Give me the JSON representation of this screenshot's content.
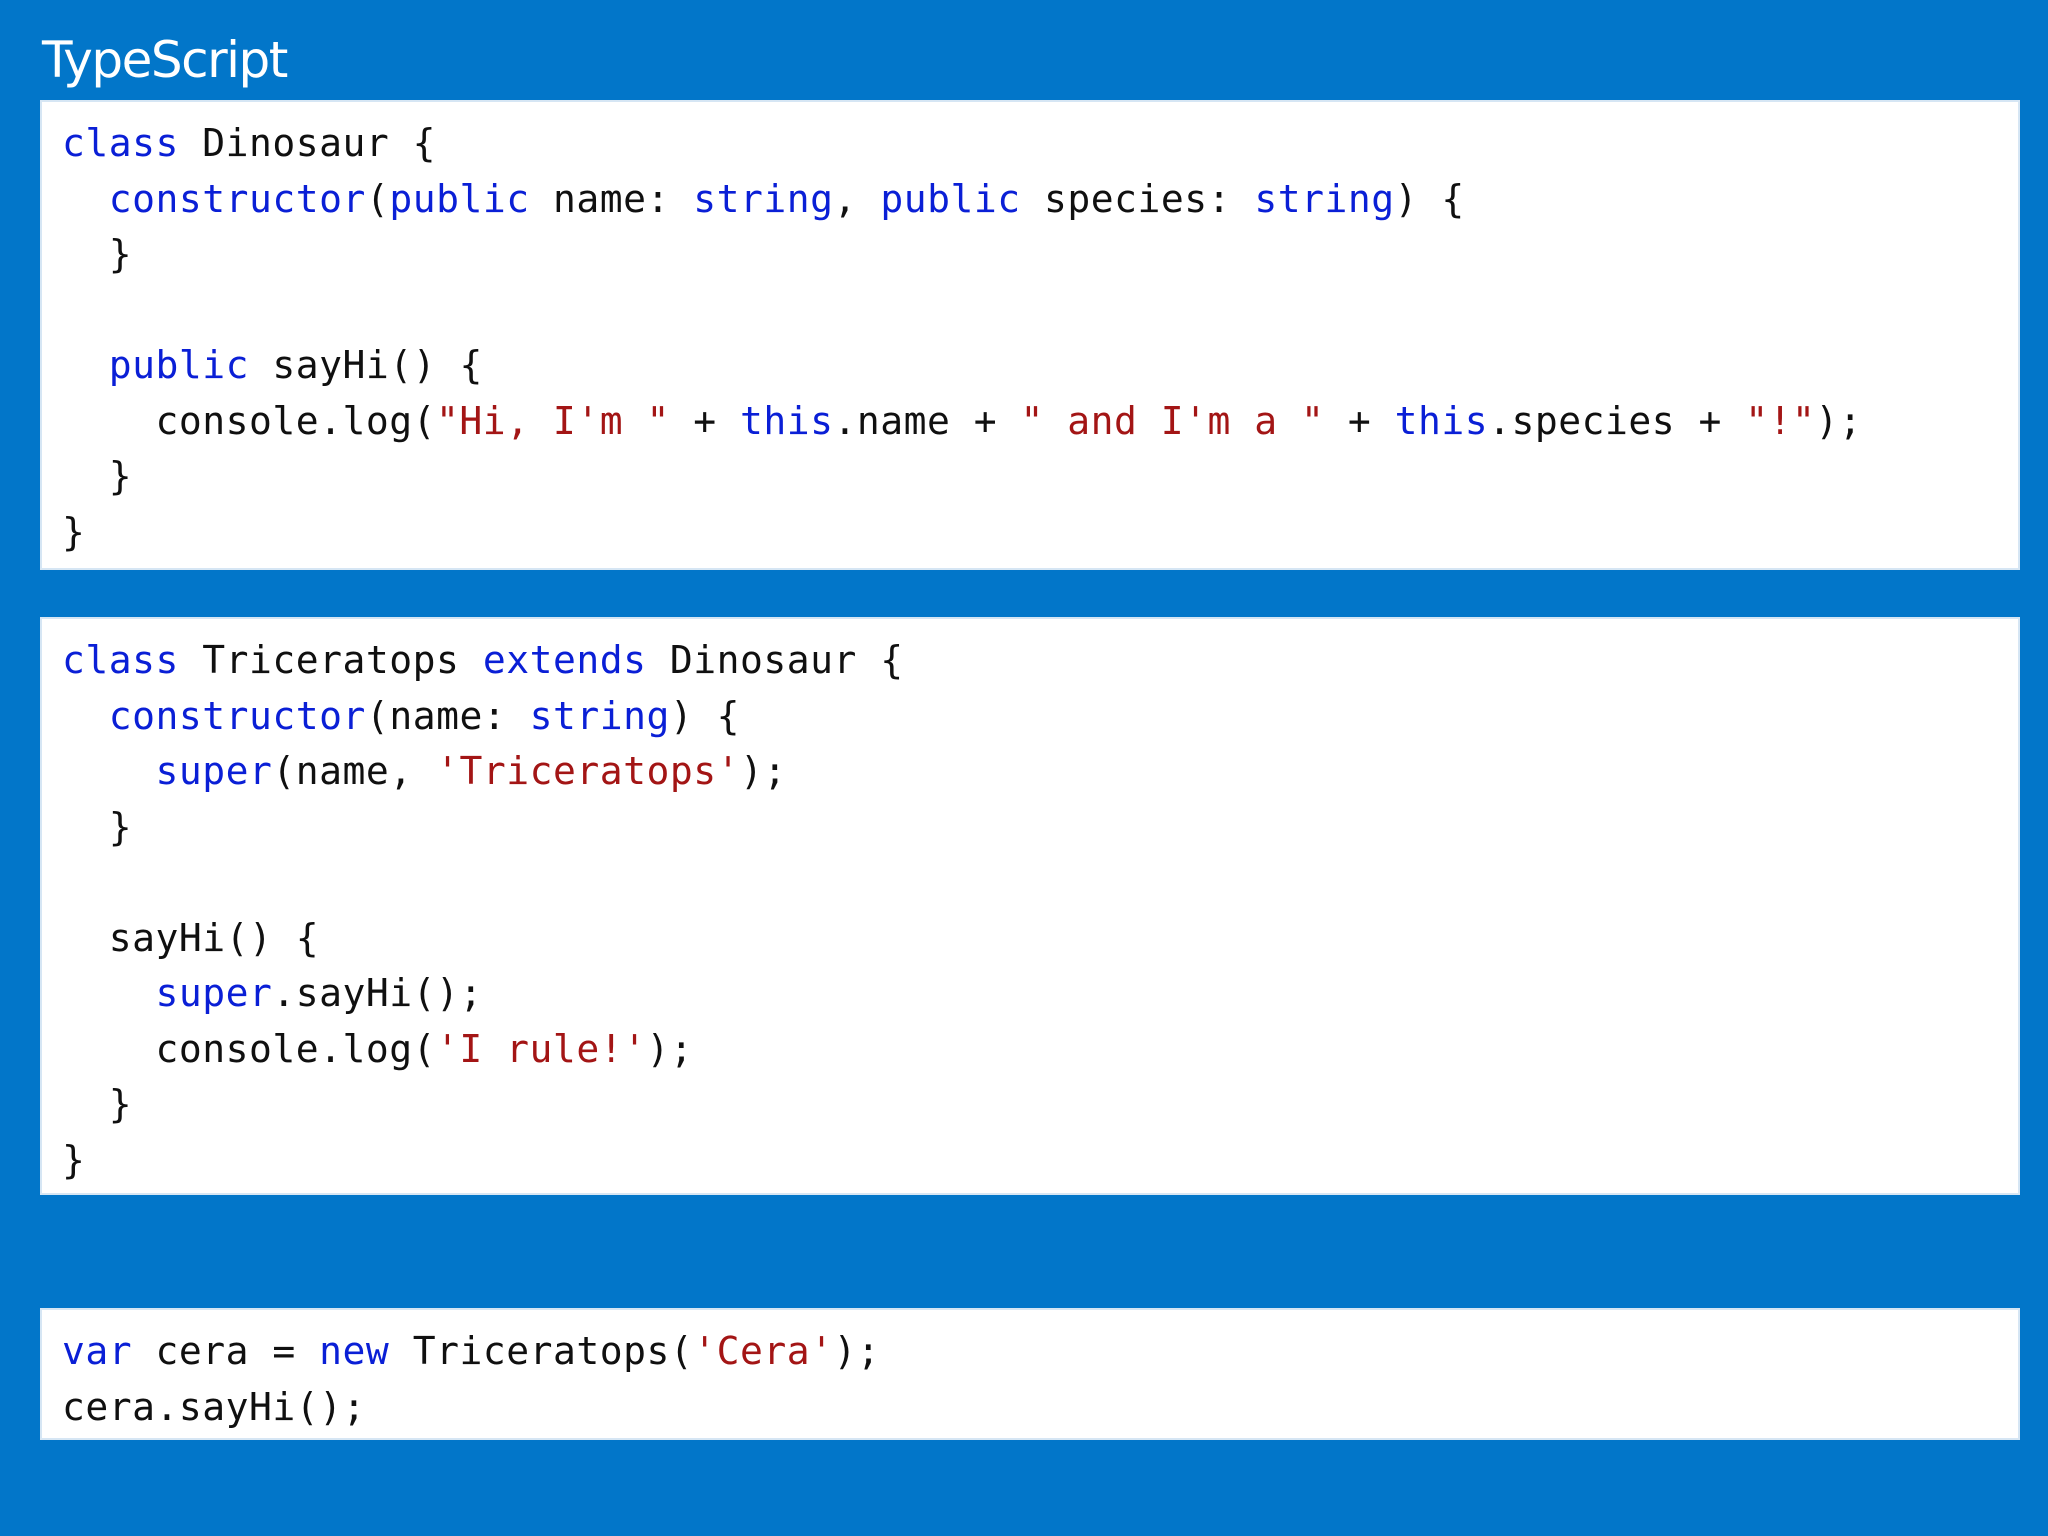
{
  "title": "TypeScript",
  "colors": {
    "background": "#0276c9",
    "keyword": "#0a1fd6",
    "string": "#a31515",
    "text": "#101010"
  },
  "code_blocks": [
    {
      "lines": [
        [
          {
            "t": "class",
            "k": "kw"
          },
          {
            "t": " Dinosaur {",
            "k": "txt"
          }
        ],
        [
          {
            "t": "  ",
            "k": "txt"
          },
          {
            "t": "constructor",
            "k": "kw"
          },
          {
            "t": "(",
            "k": "txt"
          },
          {
            "t": "public",
            "k": "kw"
          },
          {
            "t": " name: ",
            "k": "txt"
          },
          {
            "t": "string",
            "k": "kw"
          },
          {
            "t": ", ",
            "k": "txt"
          },
          {
            "t": "public",
            "k": "kw"
          },
          {
            "t": " species: ",
            "k": "txt"
          },
          {
            "t": "string",
            "k": "kw"
          },
          {
            "t": ") {",
            "k": "txt"
          }
        ],
        [
          {
            "t": "  }",
            "k": "txt"
          }
        ],
        [
          {
            "t": "",
            "k": "txt"
          }
        ],
        [
          {
            "t": "  ",
            "k": "txt"
          },
          {
            "t": "public",
            "k": "kw"
          },
          {
            "t": " sayHi() {",
            "k": "txt"
          }
        ],
        [
          {
            "t": "    console.log(",
            "k": "txt"
          },
          {
            "t": "\"Hi, I'm \"",
            "k": "str"
          },
          {
            "t": " + ",
            "k": "txt"
          },
          {
            "t": "this",
            "k": "kw"
          },
          {
            "t": ".name + ",
            "k": "txt"
          },
          {
            "t": "\" and I'm a \"",
            "k": "str"
          },
          {
            "t": " + ",
            "k": "txt"
          },
          {
            "t": "this",
            "k": "kw"
          },
          {
            "t": ".species + ",
            "k": "txt"
          },
          {
            "t": "\"!\"",
            "k": "str"
          },
          {
            "t": ");",
            "k": "txt"
          }
        ],
        [
          {
            "t": "  }",
            "k": "txt"
          }
        ],
        [
          {
            "t": "}",
            "k": "txt"
          }
        ]
      ]
    },
    {
      "lines": [
        [
          {
            "t": "class",
            "k": "kw"
          },
          {
            "t": " Triceratops ",
            "k": "txt"
          },
          {
            "t": "extends",
            "k": "kw"
          },
          {
            "t": " Dinosaur {",
            "k": "txt"
          }
        ],
        [
          {
            "t": "  ",
            "k": "txt"
          },
          {
            "t": "constructor",
            "k": "kw"
          },
          {
            "t": "(name: ",
            "k": "txt"
          },
          {
            "t": "string",
            "k": "kw"
          },
          {
            "t": ") {",
            "k": "txt"
          }
        ],
        [
          {
            "t": "    ",
            "k": "txt"
          },
          {
            "t": "super",
            "k": "kw"
          },
          {
            "t": "(name, ",
            "k": "txt"
          },
          {
            "t": "'Triceratops'",
            "k": "str"
          },
          {
            "t": ");",
            "k": "txt"
          }
        ],
        [
          {
            "t": "  }",
            "k": "txt"
          }
        ],
        [
          {
            "t": "",
            "k": "txt"
          }
        ],
        [
          {
            "t": "  sayHi() {",
            "k": "txt"
          }
        ],
        [
          {
            "t": "    ",
            "k": "txt"
          },
          {
            "t": "super",
            "k": "kw"
          },
          {
            "t": ".sayHi();",
            "k": "txt"
          }
        ],
        [
          {
            "t": "    console.log(",
            "k": "txt"
          },
          {
            "t": "'I rule!'",
            "k": "str"
          },
          {
            "t": ");",
            "k": "txt"
          }
        ],
        [
          {
            "t": "  }",
            "k": "txt"
          }
        ],
        [
          {
            "t": "}",
            "k": "txt"
          }
        ]
      ]
    },
    {
      "lines": [
        [
          {
            "t": "var",
            "k": "kw"
          },
          {
            "t": " cera = ",
            "k": "txt"
          },
          {
            "t": "new",
            "k": "kw"
          },
          {
            "t": " Triceratops(",
            "k": "txt"
          },
          {
            "t": "'Cera'",
            "k": "str"
          },
          {
            "t": ");",
            "k": "txt"
          }
        ],
        [
          {
            "t": "cera.sayHi();",
            "k": "txt"
          }
        ]
      ]
    }
  ]
}
